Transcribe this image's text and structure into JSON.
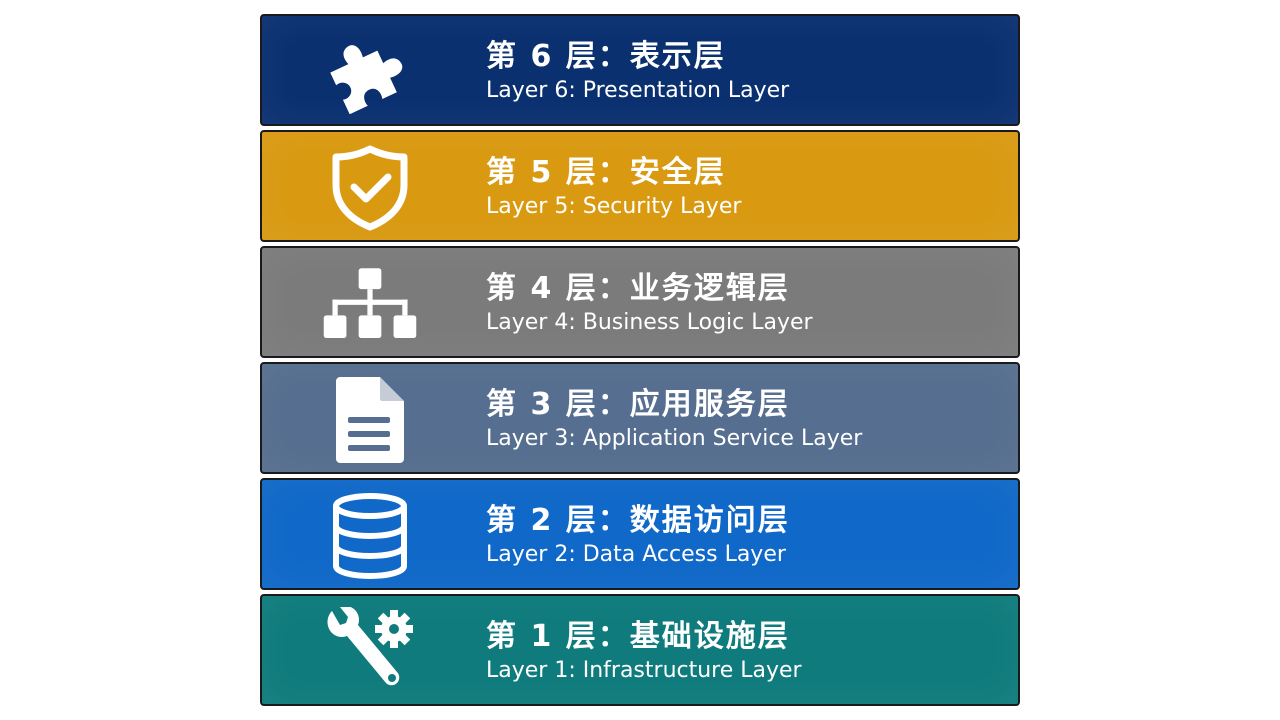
{
  "layers": [
    {
      "title_cn": "第 6 层：表示层",
      "title_en": "Layer 6: Presentation Layer",
      "icon": "puzzle-icon",
      "color": "#0b3070"
    },
    {
      "title_cn": "第 5 层：安全层",
      "title_en": "Layer 5: Security Layer",
      "icon": "shield-check-icon",
      "color": "#d99a12"
    },
    {
      "title_cn": "第 4 层：业务逻辑层",
      "title_en": "Layer 4: Business Logic Layer",
      "icon": "hierarchy-icon",
      "color": "#7b7b7b"
    },
    {
      "title_cn": "第 3 层：应用服务层",
      "title_en": "Layer 3: Application Service Layer",
      "icon": "document-icon",
      "color": "#566e8f"
    },
    {
      "title_cn": "第 2 层：数据访问层",
      "title_en": "Layer 2: Data Access Layer",
      "icon": "database-icon",
      "color": "#1068c8"
    },
    {
      "title_cn": "第 1 层：基础设施层",
      "title_en": "Layer 1: Infrastructure Layer",
      "icon": "wrench-gear-icon",
      "color": "#0f7b7c"
    }
  ]
}
